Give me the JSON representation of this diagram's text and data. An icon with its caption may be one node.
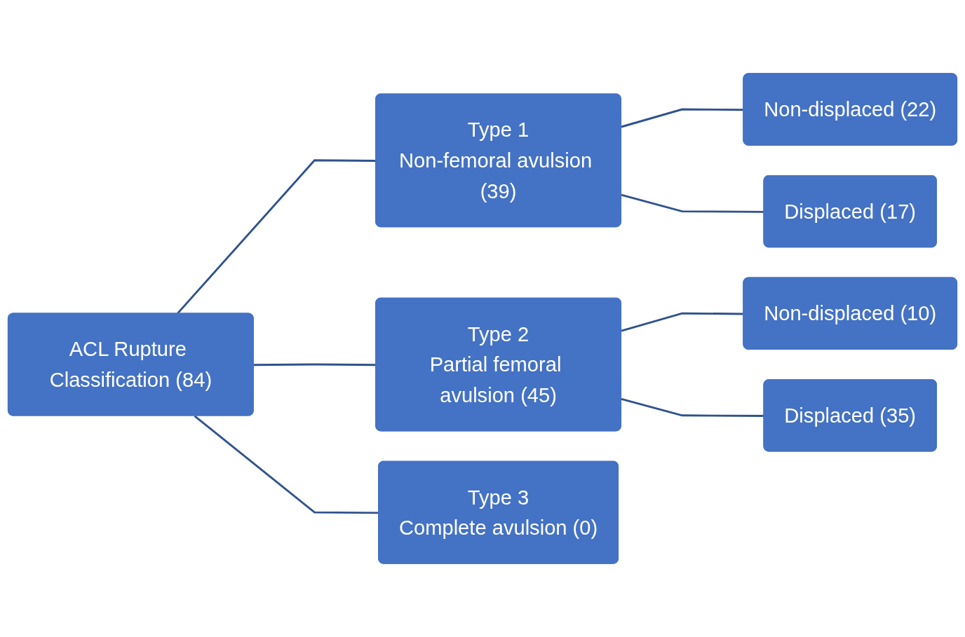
{
  "diagram": {
    "nodes": [
      {
        "text": [
          "ACL Rupture Classification (84)"
        ]
      },
      {
        "text": [
          "Type 1",
          "Non-femoral avulsion (39)"
        ]
      },
      {
        "text": [
          "Non-displaced (22)"
        ]
      },
      {
        "text": [
          "Displaced (17)"
        ]
      },
      {
        "text": [
          "Type 2",
          "Partial femoral avulsion (45)"
        ]
      },
      {
        "text": [
          "Non-displaced (10)"
        ]
      },
      {
        "text": [
          "Displaced (35)"
        ]
      },
      {
        "text": [
          "Type 3",
          "Complete avulsion (0)"
        ]
      }
    ],
    "edges": [
      {
        "from": 0,
        "to": 1,
        "arrow": "none"
      },
      {
        "from": 0,
        "to": 4,
        "arrow": "none"
      },
      {
        "from": 0,
        "to": 7,
        "arrow": "none"
      },
      {
        "from": 1,
        "to": 2,
        "arrow": "none"
      },
      {
        "from": 1,
        "to": 3,
        "arrow": "none"
      },
      {
        "from": 4,
        "to": 5,
        "arrow": "none"
      },
      {
        "from": 4,
        "to": 6,
        "arrow": "none"
      }
    ]
  }
}
